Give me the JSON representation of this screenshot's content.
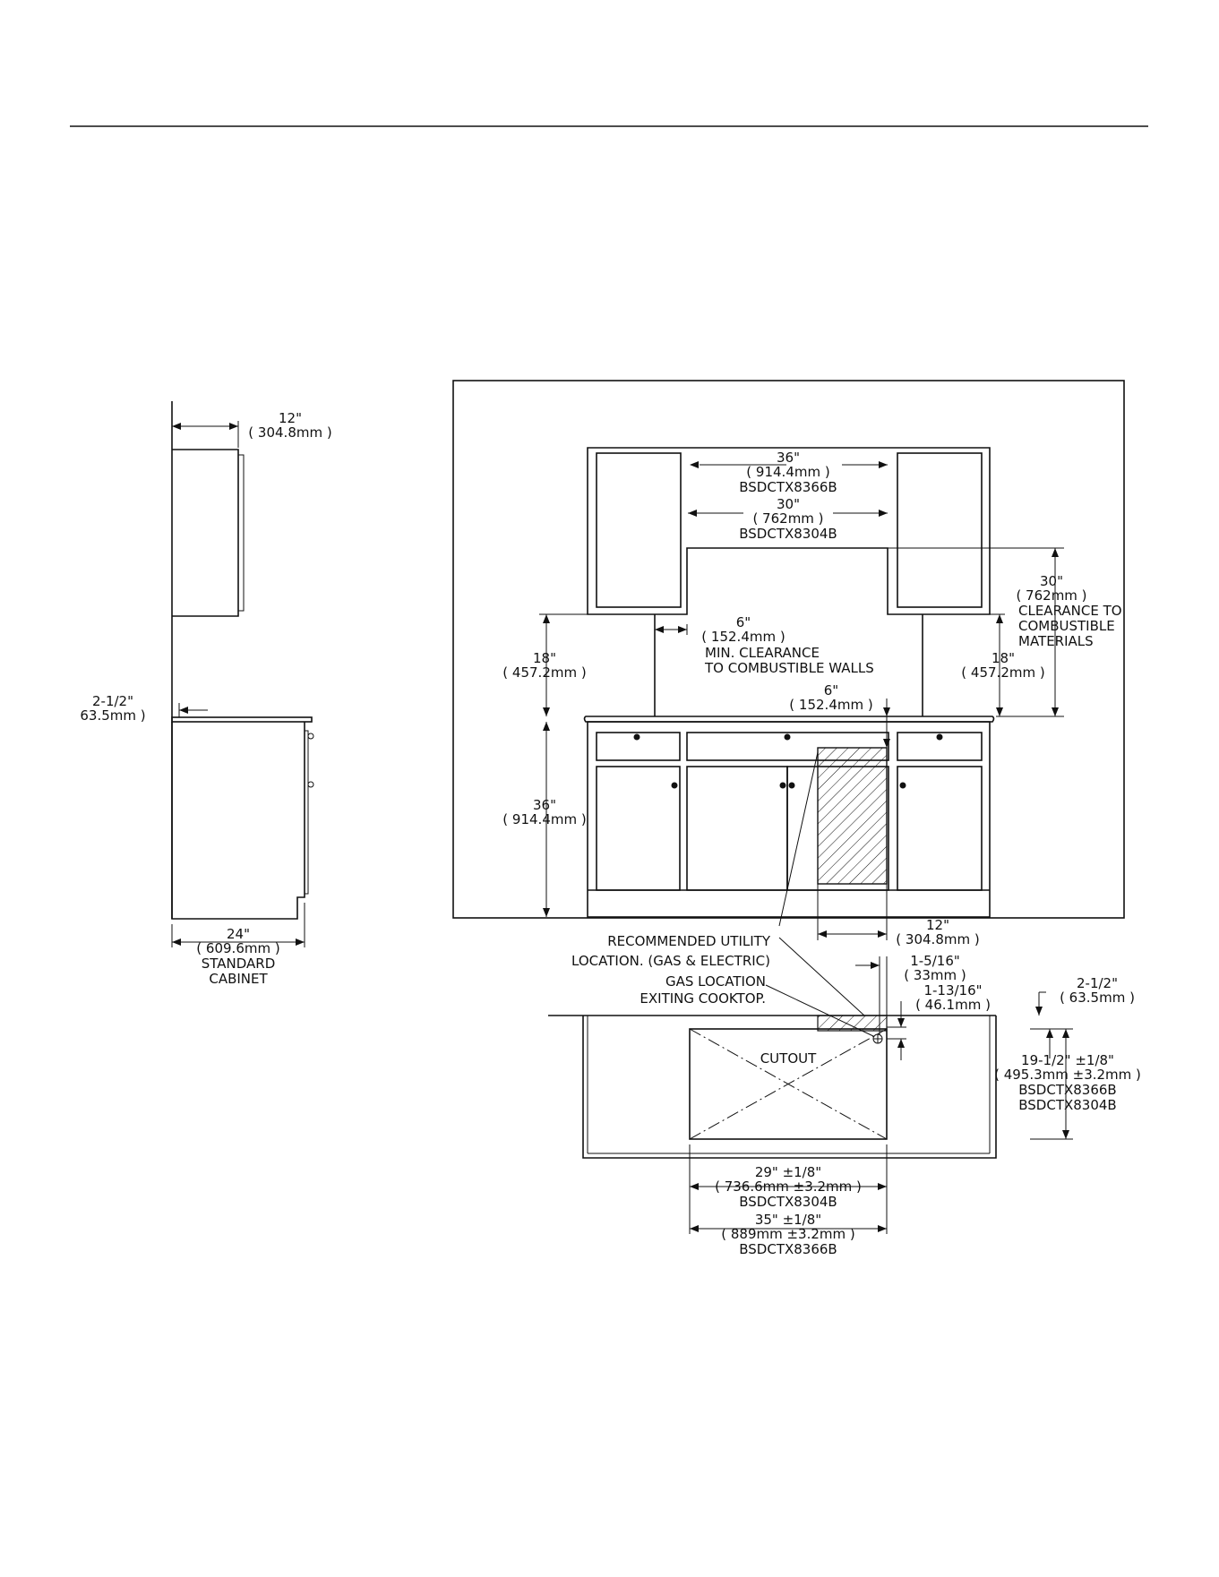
{
  "colors": {
    "ink": "#111111",
    "paper": "#ffffff"
  },
  "side_view": {
    "wall_cabinet_depth": {
      "in": "12\"",
      "mm": "( 304.8mm )"
    },
    "backsplash": {
      "in": "2-1/2\"",
      "mm": "63.5mm )"
    },
    "cabinet_depth": {
      "in": "24\"",
      "mm": "( 609.6mm )",
      "note1": "STANDARD",
      "note2": "CABINET"
    }
  },
  "front_view": {
    "opening_36": {
      "in": "36\"",
      "mm": "( 914.4mm )",
      "model": "BSDCTX8366B"
    },
    "opening_30": {
      "in": "30\"",
      "mm": "( 762mm )",
      "model": "BSDCTX8304B"
    },
    "clearance_combustible": {
      "in": "30\"",
      "mm": "( 762mm )",
      "l1": "CLEARANCE TO",
      "l2": "COMBUSTIBLE",
      "l3": "MATERIALS"
    },
    "left_18": {
      "in": "18\"",
      "mm": "( 457.2mm )"
    },
    "right_18": {
      "in": "18\"",
      "mm": "( 457.2mm )"
    },
    "side_wall_clearance": {
      "in": "6\"",
      "mm": "( 152.4mm )",
      "l1": "MIN. CLEARANCE",
      "l2": "TO COMBUSTIBLE WALLS"
    },
    "counter_6": {
      "in": "6\"",
      "mm": "( 152.4mm )"
    },
    "counter_height": {
      "in": "36\"",
      "mm": "( 914.4mm )"
    },
    "utility_width": {
      "in": "12\"",
      "mm": "( 304.8mm )"
    }
  },
  "top_view": {
    "utility_label": {
      "l1": "RECOMMENDED UTILITY",
      "l2": "LOCATION. (GAS & ELECTRIC)"
    },
    "gas_label": {
      "l1": "GAS LOCATION",
      "l2": "EXITING COOKTOP."
    },
    "dim_5_16": {
      "in": "1-5/16\"",
      "mm": "( 33mm )"
    },
    "dim_13_16": {
      "in": "1-13/16\"",
      "mm": "( 46.1mm )"
    },
    "backsplash": {
      "in": "2-1/2\"",
      "mm": "( 63.5mm )"
    },
    "cutout_label": "CUTOUT",
    "cutout_depth": {
      "in": "19-1/2\" ±1/8\"",
      "mm": "( 495.3mm ±3.2mm )",
      "m1": "BSDCTX8366B",
      "m2": "BSDCTX8304B"
    },
    "width_29": {
      "in": "29\" ±1/8\"",
      "mm": "( 736.6mm ±3.2mm )",
      "model": "BSDCTX8304B"
    },
    "width_35": {
      "in": "35\" ±1/8\"",
      "mm": "( 889mm ±3.2mm )",
      "model": "BSDCTX8366B"
    }
  }
}
